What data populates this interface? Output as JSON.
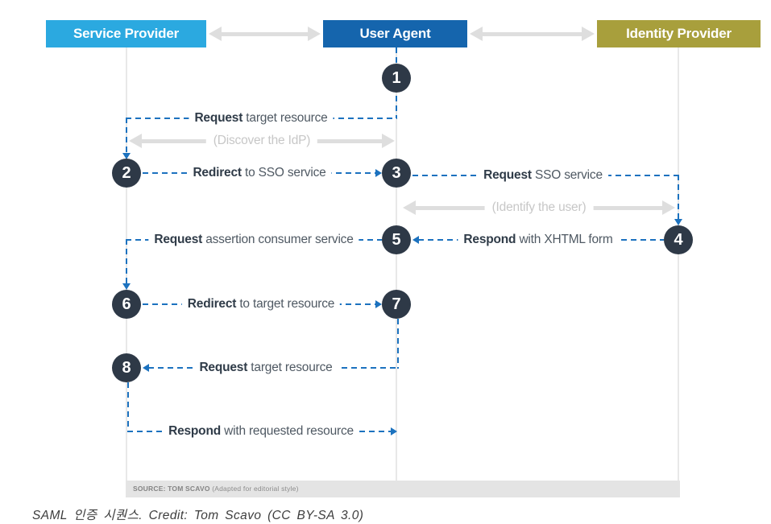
{
  "diagram": {
    "actors": [
      {
        "id": "service-provider",
        "label": "Service Provider",
        "color": "#2ba9e0"
      },
      {
        "id": "user-agent",
        "label": "User Agent",
        "color": "#1565ad"
      },
      {
        "id": "identity-provider",
        "label": "Identity Provider",
        "color": "#a89f3c"
      }
    ],
    "steps": [
      {
        "n": "1"
      },
      {
        "n": "2"
      },
      {
        "n": "3"
      },
      {
        "n": "4"
      },
      {
        "n": "5"
      },
      {
        "n": "6"
      },
      {
        "n": "7"
      },
      {
        "n": "8"
      }
    ],
    "messages": [
      {
        "bold": "Request",
        "rest": " target resource"
      },
      {
        "bold": "Redirect",
        "rest": " to SSO service"
      },
      {
        "bold": "Request",
        "rest": " SSO service"
      },
      {
        "bold": "Respond",
        "rest": " with XHTML form"
      },
      {
        "bold": "Request",
        "rest": " assertion consumer service"
      },
      {
        "bold": "Redirect",
        "rest": " to target resource"
      },
      {
        "bold": "Request",
        "rest": " target resource"
      },
      {
        "bold": "Respond",
        "rest": " with requested resource"
      }
    ],
    "annotations": [
      {
        "label": "(Discover the IdP)"
      },
      {
        "label": "(Identify the user)"
      }
    ],
    "source_bar": {
      "prefix": "SOURCE: TOM SCAVO",
      "suffix": " (Adapted for editorial style)"
    },
    "colors": {
      "message_arrow": "#1c72bf",
      "step_circle": "#2e3947",
      "gray_arrow": "#dedede",
      "lifeline": "#e8e8e8",
      "source_bar_bg": "#e4e4e4"
    }
  },
  "caption": "SAML 인증 시퀀스. Credit: Tom Scavo (CC BY-SA 3.0)"
}
